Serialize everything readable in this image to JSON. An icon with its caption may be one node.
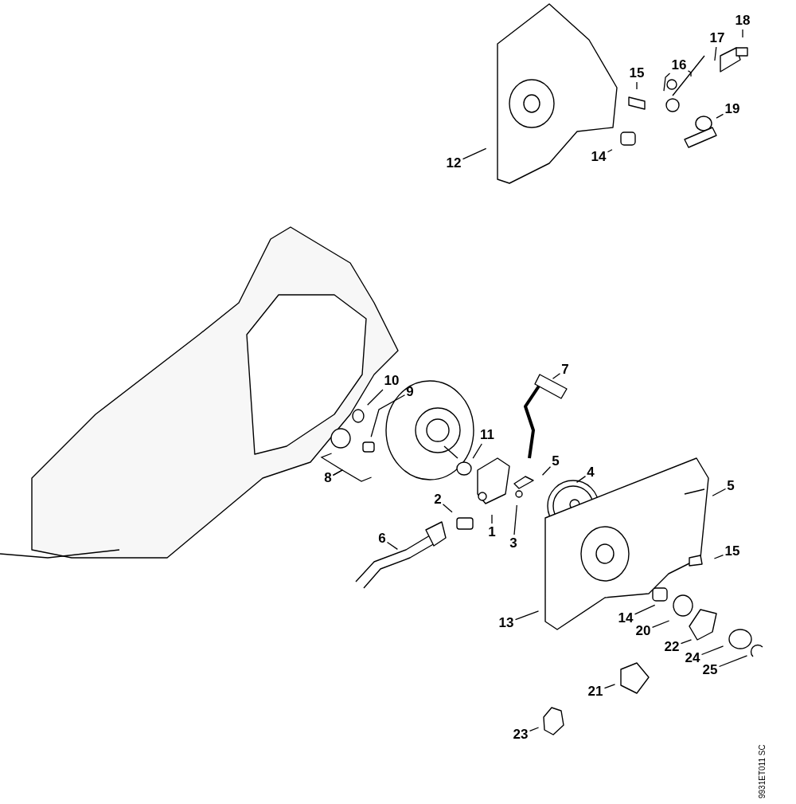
{
  "diagram": {
    "nodes": [
      {
        "text": [
          "18"
        ]
      },
      {
        "text": [
          "17"
        ]
      },
      {
        "text": [
          "16"
        ]
      },
      {
        "text": [
          "15"
        ]
      },
      {
        "text": [
          "19"
        ]
      },
      {
        "text": [
          "14"
        ]
      },
      {
        "text": [
          "12"
        ]
      },
      {
        "text": [
          "7"
        ]
      },
      {
        "text": [
          "10"
        ]
      },
      {
        "text": [
          "9"
        ]
      },
      {
        "text": [
          "11"
        ]
      },
      {
        "text": [
          "5"
        ]
      },
      {
        "text": [
          "4"
        ]
      },
      {
        "text": [
          "8"
        ]
      },
      {
        "text": [
          "5"
        ]
      },
      {
        "text": [
          "2"
        ]
      },
      {
        "text": [
          "1"
        ]
      },
      {
        "text": [
          "3"
        ]
      },
      {
        "text": [
          "15"
        ]
      },
      {
        "text": [
          "6"
        ]
      },
      {
        "text": [
          "13"
        ]
      },
      {
        "text": [
          "14"
        ]
      },
      {
        "text": [
          "20"
        ]
      },
      {
        "text": [
          "22"
        ]
      },
      {
        "text": [
          "24"
        ]
      },
      {
        "text": [
          "25"
        ]
      },
      {
        "text": [
          "21"
        ]
      },
      {
        "text": [
          "23"
        ]
      }
    ],
    "edges": [
      {
        "from": 0,
        "to": null,
        "arrow": "none"
      },
      {
        "from": 1,
        "to": null,
        "arrow": "none"
      },
      {
        "from": 2,
        "to": null,
        "arrow": "none"
      },
      {
        "from": 2,
        "to": null,
        "arrow": "none"
      },
      {
        "from": 3,
        "to": null,
        "arrow": "none"
      },
      {
        "from": 4,
        "to": null,
        "arrow": "none"
      },
      {
        "from": 5,
        "to": null,
        "arrow": "none"
      },
      {
        "from": 6,
        "to": null,
        "arrow": "none"
      },
      {
        "from": 7,
        "to": null,
        "arrow": "none"
      },
      {
        "from": 8,
        "to": null,
        "arrow": "none"
      },
      {
        "from": 9,
        "to": null,
        "arrow": "none"
      },
      {
        "from": 10,
        "to": null,
        "arrow": "none"
      },
      {
        "from": 11,
        "to": null,
        "arrow": "none"
      },
      {
        "from": 12,
        "to": null,
        "arrow": "none"
      },
      {
        "from": 13,
        "to": null,
        "arrow": "none"
      },
      {
        "from": 13,
        "to": null,
        "arrow": "none"
      },
      {
        "from": 14,
        "to": null,
        "arrow": "none"
      },
      {
        "from": 15,
        "to": null,
        "arrow": "none"
      },
      {
        "from": 16,
        "to": null,
        "arrow": "none"
      },
      {
        "from": 17,
        "to": null,
        "arrow": "none"
      },
      {
        "from": 18,
        "to": null,
        "arrow": "none"
      },
      {
        "from": 19,
        "to": null,
        "arrow": "none"
      },
      {
        "from": 20,
        "to": null,
        "arrow": "none"
      },
      {
        "from": 21,
        "to": null,
        "arrow": "none"
      },
      {
        "from": 22,
        "to": null,
        "arrow": "none"
      },
      {
        "from": 23,
        "to": null,
        "arrow": "none"
      },
      {
        "from": 24,
        "to": null,
        "arrow": "none"
      },
      {
        "from": 25,
        "to": null,
        "arrow": "none"
      },
      {
        "from": 26,
        "to": null,
        "arrow": "none"
      },
      {
        "from": 27,
        "to": null,
        "arrow": "none"
      }
    ],
    "labels": [
      "9931ET011 SC"
    ]
  }
}
